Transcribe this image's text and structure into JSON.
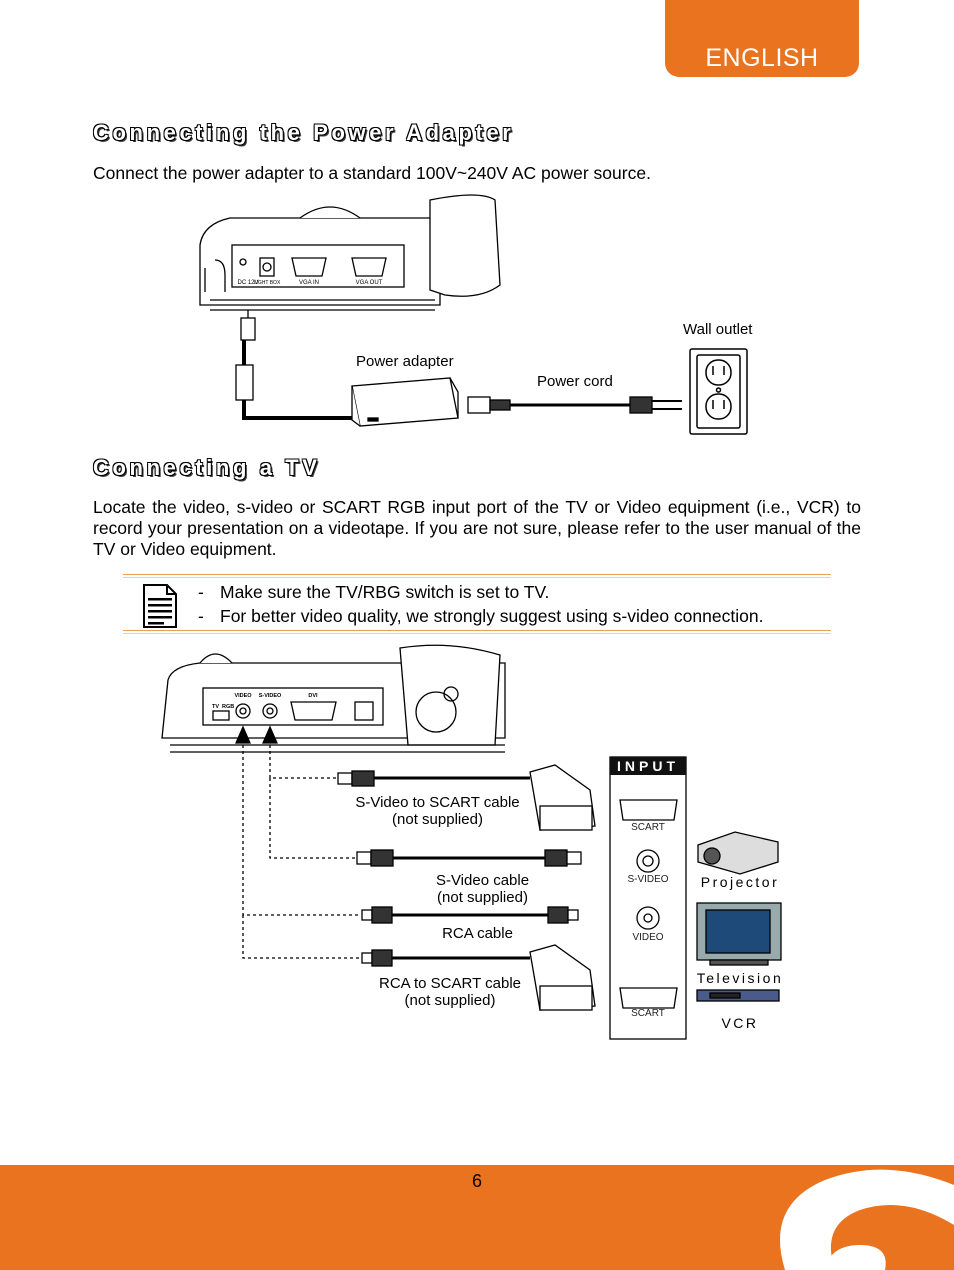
{
  "header": {
    "language_tab": "ENGLISH"
  },
  "section1": {
    "title": "Connecting the Power Adapter",
    "body": "Connect the power adapter to a standard 100V~240V AC power source.",
    "labels": {
      "wall_outlet": "Wall outlet",
      "power_adapter": "Power adapter",
      "power_cord": "Power cord"
    },
    "panel_labels": [
      "DC 12V",
      "LIGHT BOX",
      "VGA IN",
      "VGA OUT"
    ]
  },
  "section2": {
    "title": "Connecting a TV",
    "body": "Locate the video, s-video or SCART RGB input port of the TV or Video equipment (i.e., VCR) to record your presentation on a videotape. If you are not sure, please refer to the user manual of the TV or Video equipment.",
    "notes": [
      "Make sure the TV/RBG switch is set to TV.",
      "For better video quality, we strongly suggest using s-video connection."
    ],
    "panel_labels": [
      "VIDEO",
      "S-VIDEO",
      "DVI",
      "TV",
      "RGB"
    ],
    "cables": {
      "svideo_scart": [
        "S-Video to SCART cable",
        "(not supplied)"
      ],
      "svideo": [
        "S-Video cable",
        "(not supplied)"
      ],
      "rca": "RCA cable",
      "rca_scart": [
        "RCA to SCART cable",
        "(not supplied)"
      ]
    },
    "input_panel": {
      "heading": "INPUT",
      "ports": [
        "SCART",
        "S-VIDEO",
        "VIDEO",
        "SCART"
      ]
    },
    "devices": [
      "Projector",
      "Television",
      "VCR"
    ]
  },
  "footer": {
    "page_number": "6"
  },
  "colors": {
    "accent": "#e9731f"
  }
}
